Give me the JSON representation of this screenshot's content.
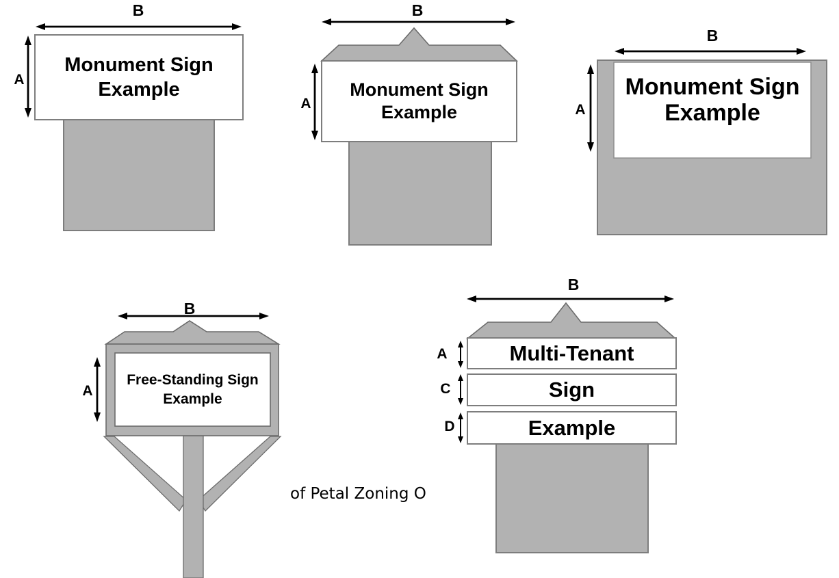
{
  "caption": "of Petal Zoning O",
  "colors": {
    "background": "#ffffff",
    "shape_fill": "#b2b2b2",
    "shape_outline": "#6b6b6b",
    "box_border": "#7d7d7d",
    "arrow": "#000000",
    "text": "#000000"
  },
  "diagrams": {
    "monument1": {
      "sign_text": "Monument Sign\nExample",
      "width_label": "B",
      "height_label": "A"
    },
    "monument2": {
      "sign_text": "Monument Sign\nExample",
      "width_label": "B",
      "height_label": "A"
    },
    "monument3": {
      "sign_text": "Monument Sign\nExample",
      "width_label": "B",
      "height_label": "A"
    },
    "freestanding": {
      "sign_text": "Free-Standing Sign\nExample",
      "width_label": "B",
      "height_label": "A"
    },
    "multitenant": {
      "width_label": "B",
      "panels": [
        {
          "text": "Multi-Tenant",
          "height_label": "A"
        },
        {
          "text": "Sign",
          "height_label": "C"
        },
        {
          "text": "Example",
          "height_label": "D"
        }
      ]
    }
  }
}
